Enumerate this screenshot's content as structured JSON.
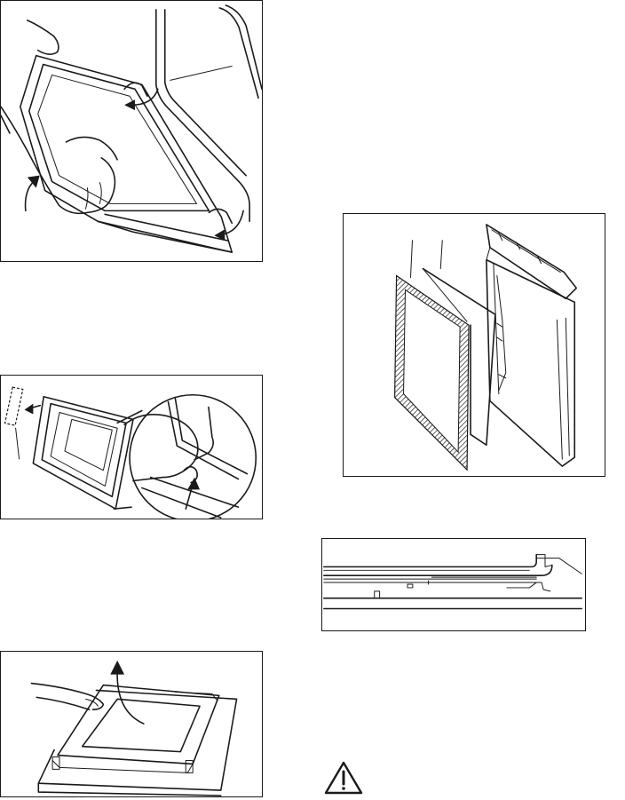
{
  "page": {
    "figures": [
      {
        "id": "door-lift-removal",
        "icon": "hand-lifting-door-illustration"
      },
      {
        "id": "clip-release",
        "icon": "hand-pressing-clip-illustration"
      },
      {
        "id": "glass-panel-lift",
        "icon": "hand-lifting-glass-illustration"
      },
      {
        "id": "door-exploded-view",
        "icon": "door-panels-exploded-illustration"
      },
      {
        "id": "door-profile-section",
        "icon": "door-cross-section-illustration"
      }
    ],
    "warning": {
      "icon": "warning-triangle-icon",
      "color": "#1a1a1a"
    }
  }
}
